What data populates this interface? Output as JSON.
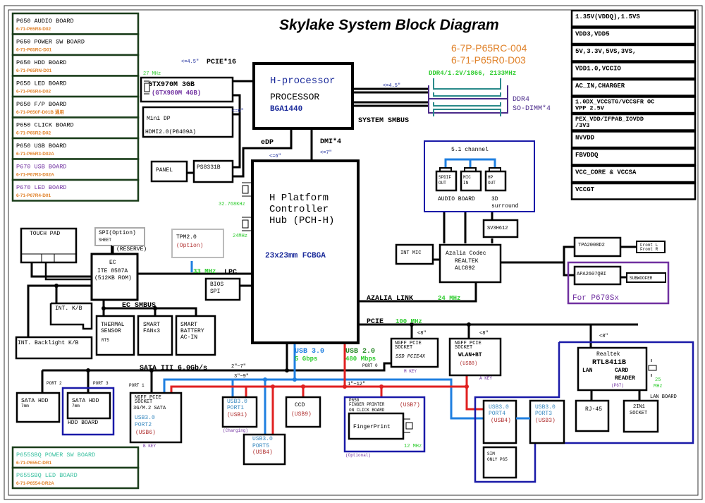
{
  "title": "Skylake System Block Diagram",
  "part_numbers": [
    "6-7P-P65RC-004",
    "6-71-P65R0-D03"
  ],
  "colors": {
    "board_border": "#1a3d1a",
    "part_orange": "#e0822a",
    "freq_green": "#2ecc2e",
    "usb3_blue": "#1f7fe0",
    "usb2_red": "#e02020",
    "module_blue": "#1a1aa8",
    "purple": "#7030a0",
    "navy_text": "#1a2a9a",
    "red_text": "#b03030"
  },
  "left_boards": [
    {
      "name": "P650 AUDIO BOARD",
      "part": "6-71-P65R8-D02",
      "color": "black"
    },
    {
      "name": "P650 POWER SW BOARD",
      "part": "6-71-P65RC-D01",
      "color": "black"
    },
    {
      "name": "P650 HDD BOARD",
      "part": "6-71-P65RN-D01",
      "color": "black"
    },
    {
      "name": "P650 LED BOARD",
      "part": "6-71-P65R4-D02",
      "color": "black"
    },
    {
      "name": "P650 F/P BOARD",
      "part": "6-71-P650F-D01B 通用",
      "color": "black"
    },
    {
      "name": "P650 CLICK BOARD",
      "part": "6-71-P65R2-D02",
      "color": "black"
    },
    {
      "name": "P650 USB BOARD",
      "part": "6-71-P65R3-D02A",
      "color": "black"
    },
    {
      "name": "P670 USB BOARD",
      "part": "6-71-P67R3-D02A",
      "color": "purple"
    },
    {
      "name": "P670 LED BOARD",
      "part": "6-71-P67R4-D01",
      "color": "purple"
    }
  ],
  "bottom_boards": [
    {
      "name": "P655SBQ POWER SW BOARD",
      "part": "6-71-P655C-DR1"
    },
    {
      "name": "P655SBQ LED BOARD",
      "part": "6-71-P6554-DR2A"
    }
  ],
  "power_rails": [
    [
      "1.35V(VDDQ),1.5VS"
    ],
    [
      "VDD3,VDD5"
    ],
    [
      "5V,3.3V,5VS,3VS,"
    ],
    [
      " VDD1.0,VCCIO"
    ],
    [
      "AC_IN,CHARGER"
    ],
    [
      "1.0DX_VCCSTG/VCCSFR OC",
      "VPP 2.5V"
    ],
    [
      "PEX_VDD/IFPAB_IOVDD",
      "/3V3"
    ],
    [
      "NVVDD"
    ],
    [
      "FBVDDQ"
    ],
    [
      "VCC_CORE & VCCSA"
    ],
    [
      "VCCGT"
    ]
  ],
  "cpu": {
    "line1": "H-processor",
    "line2": "PROCESSOR",
    "line3": "BGA1440"
  },
  "pch": {
    "lines": [
      "H Platform",
      "Controller",
      "Hub (PCH-H)"
    ],
    "package": "23x23mm FCBGA"
  },
  "gpu": {
    "model": "GTX970M 3GB",
    "alt": "(GTX980M 4GB)",
    "clock": "27 MHz"
  },
  "display": {
    "minidp": "Mini DP",
    "hdmi": "HDMI2.0(P8409A)",
    "panel": "PANEL",
    "bridge": "PS8331B"
  },
  "buses": {
    "pcie16": "PCIE*16",
    "pcie16_len": "<=4.5\"",
    "gpu_len": "<=6\"",
    "edp": "eDP",
    "edp_len": "<=6\"",
    "dmi": "DMI*4",
    "dmi_len": "<=7\"",
    "mem_len": "<=4.5\"",
    "system_smbus": "SYSTEM SMBUS",
    "lpc": "LPC",
    "lpc_clock": "33 MHz",
    "azalia": "AZALIA LINK",
    "azalia_clock": "24 MHz",
    "pcie": "PCIE",
    "pcie_clock": "100 MHz",
    "ec_smbus": "EC SMBUS",
    "sata": "SATA III 6.0Gb/s",
    "sata_len": "2\"~7\"",
    "usb3_len": "3\"~9\"",
    "usb2_len": "1\"~12\"",
    "usb3_label": "USB 3.0",
    "usb3_speed": "5 Gbps",
    "usb2_label": "USB 2.0",
    "usb2_speed": "480 Mbps",
    "port0": "PORT 0",
    "lt8a": "<8\"",
    "lt8b": "<8\"",
    "lt8c": "<8\""
  },
  "crystals": {
    "rtc": "32.768KHz",
    "main": "24MHz"
  },
  "memory": {
    "spec": "DDR4/1.2V/1866, 2133MHz",
    "type": "DDR4",
    "slots": "SO-DIMM*4"
  },
  "audio": {
    "channel": "5.1 channel",
    "jacks": [
      [
        "SPDIF",
        "OUT"
      ],
      [
        "MIC",
        "IN"
      ],
      [
        "HP",
        "OUT"
      ]
    ],
    "board": "AUDIO BOARD",
    "surround": [
      "3D",
      "surround"
    ],
    "switch": "SV3H612",
    "int_mic": "INT MIC",
    "codec": [
      "Azalia Codec",
      "REALTEK",
      "ALC892"
    ],
    "amp1": "TPA2008D2",
    "speakers": [
      "Front L",
      "Front R"
    ],
    "amp2": "APA2607QBI",
    "sub": "SUBWOOFER",
    "p670": "For P670Sx"
  },
  "ec": {
    "lines": [
      "EC",
      "ITE 8587A",
      "(512KB ROM)"
    ],
    "spi": [
      "SPI(Option)",
      "SHEET"
    ],
    "reserve": "(RESERVE)",
    "touchpad": "TOUCH PAD",
    "kb": "INT. K/B",
    "backlight": "INT. Backlight K/B",
    "thermal": [
      "THERMAL",
      "SENSOR",
      "RT5"
    ],
    "fan": [
      "SMART",
      "FANx3"
    ],
    "battery": [
      "SMART",
      "BATTERY",
      "AC-IN"
    ],
    "tpm": [
      "TPM2.0",
      "(Option)"
    ],
    "bios": [
      "BIOS",
      "SPI"
    ]
  },
  "storage": {
    "port2": "PORT 2",
    "port3": "PORT 3",
    "port1": "PORT 1",
    "hdd1": [
      "SATA HDD",
      "7mm"
    ],
    "hdd2": [
      "SATA HDD",
      "7mm"
    ],
    "hdd_board": "HDD BOARD",
    "ngff_sata": [
      "NGFF PCIE",
      "SOCKET",
      "3G/M.2 SATA"
    ],
    "ngff_sata_usb": [
      "USB3.0",
      "PORT2",
      "(USB6)"
    ],
    "bkey": "B KEY",
    "ssd": [
      "NGFF PCIE",
      "SOCKET",
      "SSD PCIE4X"
    ],
    "mkey": "M KEY"
  },
  "wlan": {
    "lines": [
      "NGFF PCIE",
      "SOCKET",
      "WLAN+BT"
    ],
    "usb": "(USB8)",
    "key": "A KEY"
  },
  "usb_ports": {
    "port1": [
      "USB3.0",
      "PORT1",
      "(USB1)"
    ],
    "charging": "(Charging)",
    "port5": [
      "USB3.0",
      "PORT5",
      "(USB4)"
    ],
    "ccd": [
      "CCD",
      "(USB9)"
    ],
    "fp_header": [
      "P650",
      "FINGER PRINTER",
      "ON CLICK BOARD"
    ],
    "fp_usb": "(USB7)",
    "fp": "FingerPrint",
    "fp_clock": "12 MHz",
    "optional": "(Optional)",
    "port4": [
      "USB3.0",
      "PORT4",
      "(USB4)"
    ],
    "port3": [
      "USB3.0",
      "PORT3",
      "(USB3)"
    ],
    "sim": [
      "SIM",
      "ONLY P65"
    ]
  },
  "lan": {
    "vendor": "Realtek",
    "chip": "RTL8411B",
    "lan": "LAN",
    "card": [
      "CARD",
      "READER"
    ],
    "p67": "(P67)",
    "clock": [
      "25",
      "MHz"
    ],
    "board": "LAN BOARD",
    "rj45": "RJ-45",
    "socket": [
      "2IN1",
      "SOCKET"
    ]
  }
}
